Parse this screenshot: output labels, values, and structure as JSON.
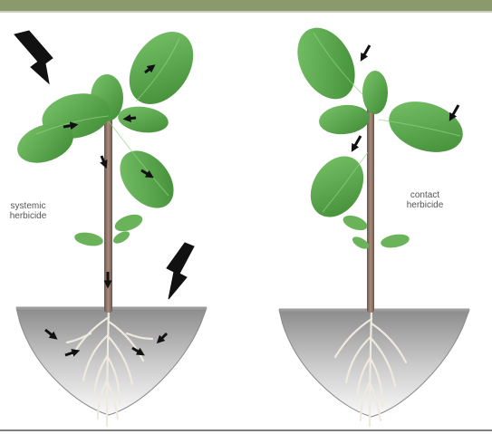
{
  "labels": {
    "systemic": "systemic\nherbicide",
    "contact": "contact\nherbicide"
  },
  "colors": {
    "top_bar": "#8a9a6a",
    "leaf": "#5fae4e",
    "leaf_dark": "#3f8a34",
    "stem": "#8a6a5a",
    "soil_top": "#9a9a9a",
    "soil_bottom": "#f2f2f2",
    "arrow": "#1a1a1a",
    "root": "#e9e4da"
  },
  "panels": [
    {
      "id": "systemic",
      "arrows": "herbicide applied to upper leaves and soil; arrows show movement through leaves, stem and roots"
    },
    {
      "id": "contact",
      "arrows": "herbicide applied to leaves only; no movement into stem or roots"
    }
  ]
}
